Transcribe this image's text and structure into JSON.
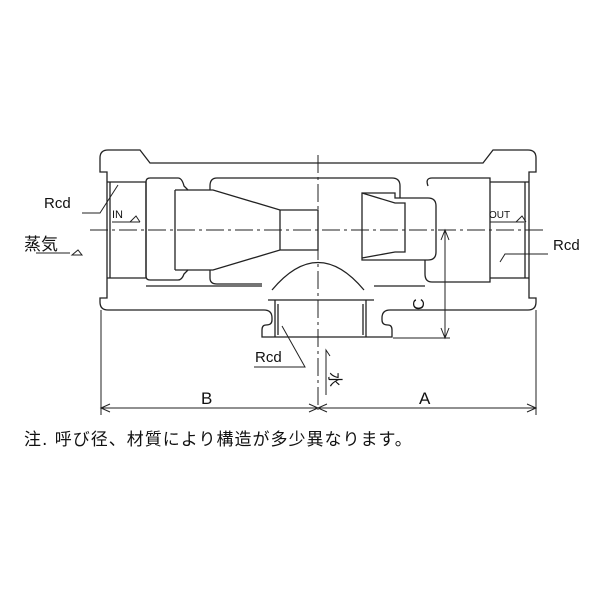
{
  "labels": {
    "rcd_in": "Rcd",
    "rcd_out": "Rcd",
    "rcd_bottom": "Rcd",
    "in": "IN",
    "out": "OUT",
    "steam": "蒸気",
    "water": "水",
    "dim_a": "A",
    "dim_b": "B",
    "dim_c": "C"
  },
  "note": "注. 呼び径、材質により構造が多少異なります。",
  "colors": {
    "line": "#222222",
    "background": "#ffffff"
  }
}
